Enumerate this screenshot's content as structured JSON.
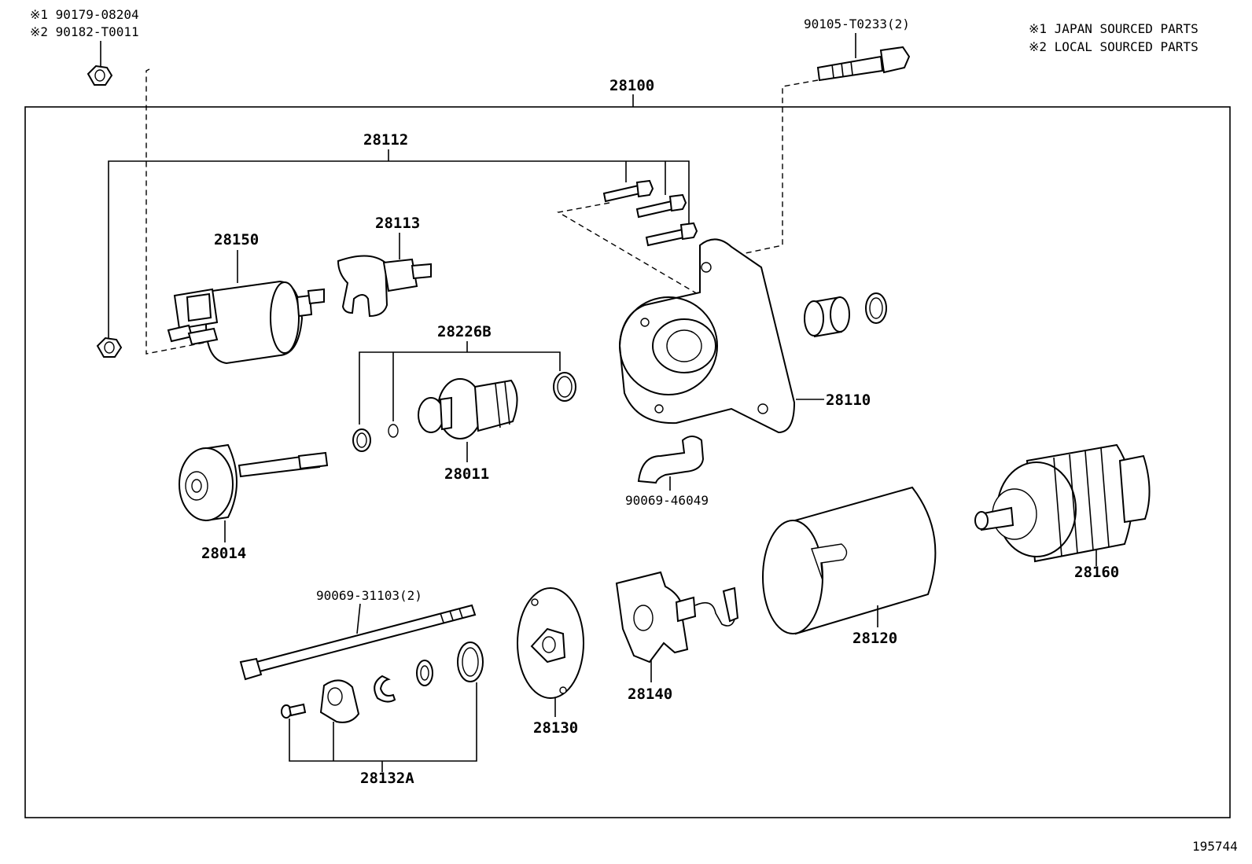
{
  "notes": {
    "top_left_1": "※1 90179-08204",
    "top_left_2": "※2 90182-T0011",
    "legend_1": "※1 JAPAN SOURCED PARTS",
    "legend_2": "※2 LOCAL SOURCED PARTS"
  },
  "parts": {
    "p28100": "28100",
    "p90105": "90105-T0233(2)",
    "p28112": "28112",
    "p28113": "28113",
    "p28150": "28150",
    "p28226B": "28226B",
    "p28110": "28110",
    "p28011": "28011",
    "p90069_46049": "90069-46049",
    "p28014": "28014",
    "p28160": "28160",
    "p90069_31103": "90069-31103(2)",
    "p28120": "28120",
    "p28140": "28140",
    "p28130": "28130",
    "p28132A": "28132A"
  },
  "figure_id": "195744"
}
